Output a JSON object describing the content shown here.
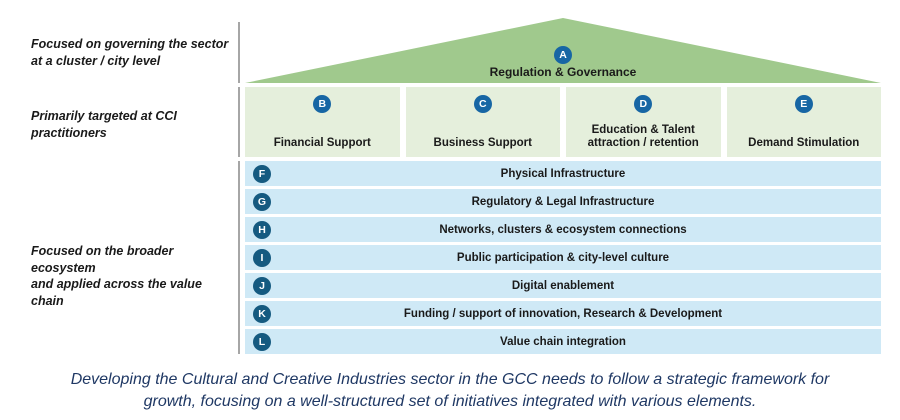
{
  "diagram": {
    "left_labels": [
      "Focused on governing the sector\nat a cluster / city level",
      "Primarily targeted at CCI\npractitioners",
      "Focused on the broader ecosystem\nand applied across the value chain"
    ],
    "pyramid": {
      "id": "A",
      "label": "Regulation & Governance"
    },
    "columns": [
      {
        "id": "B",
        "label": "Financial Support"
      },
      {
        "id": "C",
        "label": "Business Support"
      },
      {
        "id": "D",
        "label": "Education & Talent\nattraction / retention"
      },
      {
        "id": "E",
        "label": "Demand Stimulation"
      }
    ],
    "bars": [
      {
        "id": "F",
        "label": "Physical Infrastructure"
      },
      {
        "id": "G",
        "label": "Regulatory & Legal Infrastructure"
      },
      {
        "id": "H",
        "label": "Networks, clusters & ecosystem connections"
      },
      {
        "id": "I",
        "label": "Public participation & city-level culture"
      },
      {
        "id": "J",
        "label": "Digital enablement"
      },
      {
        "id": "K",
        "label": "Funding / support of innovation, Research & Development"
      },
      {
        "id": "L",
        "label": "Value chain integration"
      }
    ],
    "caption": {
      "line1": "Developing the Cultural and Creative Industries sector in the GCC needs to follow a strategic framework for",
      "line2": "growth, focusing on a well-structured set of initiatives integrated with various elements."
    }
  },
  "colors": {
    "triangle-green": "#a0c98d",
    "column-green": "#e5efdc",
    "bar-blue": "#cfe9f6",
    "badge-blue-top": "#1766a4",
    "badge-blue-side": "#155a80",
    "caption-navy": "#1f3864",
    "divider-gray": "#a6a6a6",
    "text-dark": "#1a1a1a"
  }
}
